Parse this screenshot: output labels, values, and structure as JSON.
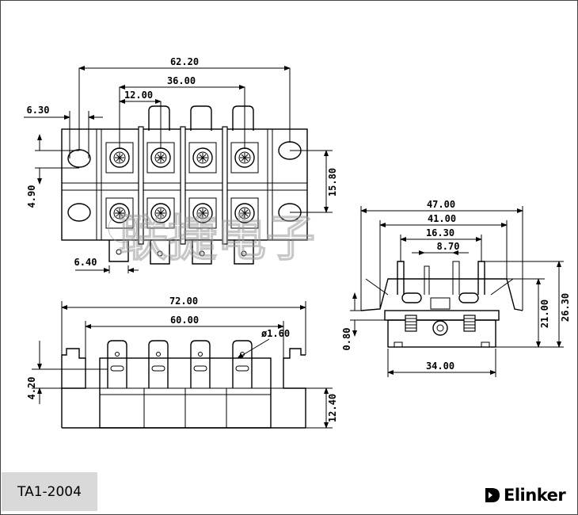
{
  "watermark": "联捷电子",
  "model": "TA1-2004",
  "brand": "Elinker",
  "dims": {
    "top_overall": "62.20",
    "top_pitch_span": "36.00",
    "top_pitch": "12.00",
    "top_hole_offset": "6.30",
    "top_hole_dia": "4.90",
    "top_height": "15.80",
    "top_tab_width": "6.40",
    "front_overall": "72.00",
    "front_inner": "60.00",
    "front_hole": "ø1.60",
    "front_tab_height": "4.20",
    "front_body_height": "12.40",
    "side_47": "47.00",
    "side_41": "41.00",
    "side_16": "16.30",
    "side_8": "8.70",
    "side_bottom": "34.00",
    "side_21": "21.00",
    "side_26": "26.30",
    "side_08": "0.80"
  }
}
